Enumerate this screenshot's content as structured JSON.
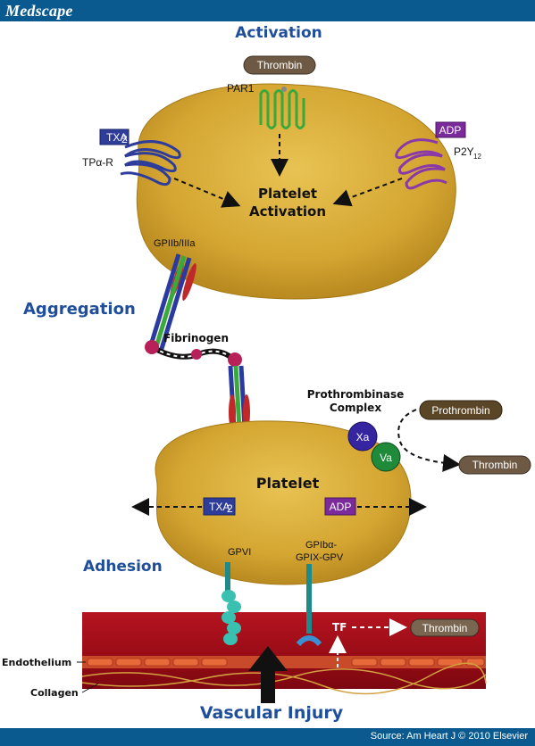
{
  "header": {
    "brand": "Medscape"
  },
  "footer": {
    "source": "Source: Am Heart J © 2010 Elsevier"
  },
  "sections": {
    "activation": "Activation",
    "aggregation": "Aggregation",
    "adhesion": "Adhesion",
    "vascular_injury": "Vascular Injury"
  },
  "labels": {
    "thrombin_top": "Thrombin",
    "par1": "PAR1",
    "txa2_receptor_box": "TXA",
    "txa2_sub": "2",
    "tpa_r": "TPα-R",
    "adp_receptor_box": "ADP",
    "p2y": "P2Y",
    "p2y_sub": "12",
    "platelet_activation_line1": "Platelet",
    "platelet_activation_line2": "Activation",
    "gpiib_iiia": "GPIIb/IIIa",
    "fibrinogen": "Fibrinogen",
    "prothrombinase_line1": "Prothrombinase",
    "prothrombinase_line2": "Complex",
    "prothrombin": "Prothrombin",
    "thrombin_mid": "Thrombin",
    "xa": "Xa",
    "va": "Va",
    "platelet": "Platelet",
    "txa2_release": "TXA",
    "txa2_release_sub": "2",
    "adp_release": "ADP",
    "gpvi": "GPVI",
    "gpib_line1": "GPIbα-",
    "gpib_line2": "GPIX-GPV",
    "tf": "TF",
    "thrombin_bottom": "Thrombin",
    "endothelium": "Endothelium",
    "collagen": "Collagen"
  },
  "colors": {
    "platelet": "#d8ab35",
    "section_text": "#1f4e9c",
    "vessel": "#a8101a",
    "txa_box": "#2f3d9a",
    "adp_box": "#7a2a9a",
    "par1": "#3aa83a",
    "xa": "#3525a0",
    "va": "#1f8a3a"
  }
}
